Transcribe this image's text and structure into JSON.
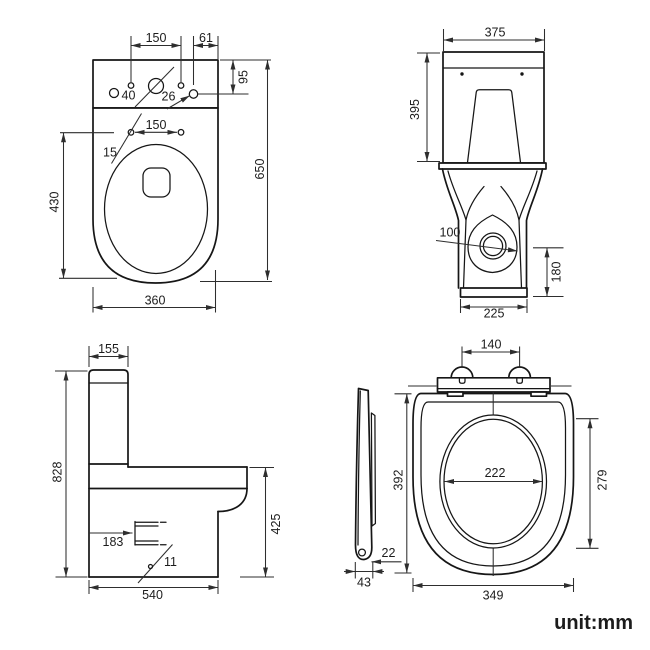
{
  "unit_label": "unit:mm",
  "colors": {
    "outline": "#161616",
    "dimension": "#2e2e2e",
    "background": "#ffffff"
  },
  "views": {
    "top_view": {
      "dims": {
        "hole_span_150": "150",
        "hole_edge_61": "61",
        "hole_depth_95": "95",
        "hole_40": "40",
        "hole_26": "26",
        "seat_hole_span_150": "150",
        "seat_hole_15": "15",
        "bowl_length_430": "430",
        "overall_length_650": "650",
        "width_360": "360"
      }
    },
    "rear_view": {
      "dims": {
        "tank_width_375": "375",
        "tank_height_395": "395",
        "outlet_100": "100",
        "outlet_height_180": "180",
        "base_width_225": "225"
      }
    },
    "side_view": {
      "dims": {
        "tank_depth_155": "155",
        "overall_height_828": "828",
        "outlet_offset_183": "183",
        "note_11": "11",
        "bowl_height_425": "425",
        "depth_540": "540"
      }
    },
    "seat_view": {
      "dims": {
        "hinge_span_140": "140",
        "seat_length_392": "392",
        "opening_width_222": "222",
        "opening_length_279": "279",
        "thickness_22": "22",
        "side_43": "43",
        "seat_width_349": "349"
      }
    }
  }
}
